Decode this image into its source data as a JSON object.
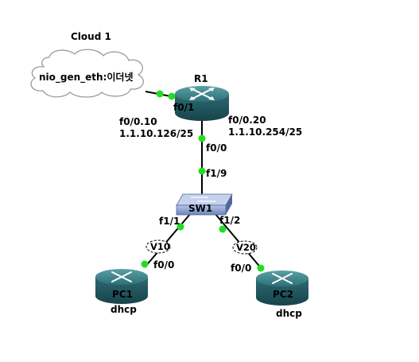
{
  "colors": {
    "link": "#000000",
    "port_dot": "#22dd22",
    "router_top": "#3a7f86",
    "router_mid": "#2c6a72",
    "router_dark": "#1f4f57",
    "switch_body": "#7d95c9",
    "switch_dark": "#51689e",
    "cloud_fill": "#ffffff",
    "cloud_stroke": "#9a9a9a"
  },
  "nodes": {
    "cloud": {
      "title": "Cloud 1",
      "label": "nio_gen_eth:이더넷",
      "icon": "cloud-icon"
    },
    "r1": {
      "name": "R1",
      "icon": "router-icon"
    },
    "sw1": {
      "name": "SW1",
      "icon": "switch-icon"
    },
    "pc1": {
      "name": "PC1",
      "caption": "dhcp",
      "icon": "router-icon"
    },
    "pc2": {
      "name": "PC2",
      "caption": "dhcp",
      "icon": "router-icon"
    }
  },
  "interfaces": {
    "r1_cloud": "f0/1",
    "r1_sub10_name": "f0/0.10",
    "r1_sub10_ip": "1.1.10.126/25",
    "r1_sub20_name": "f0/0.20",
    "r1_sub20_ip": "1.1.10.254/25",
    "r1_sw": "f0/0",
    "sw_r1": "f1/9",
    "sw_pc1": "f1/1",
    "sw_pc2": "f1/2",
    "pc1_port": "f0/0",
    "pc2_port": "f0/0"
  },
  "vlans": {
    "v10": "V10",
    "v20": "V20"
  }
}
